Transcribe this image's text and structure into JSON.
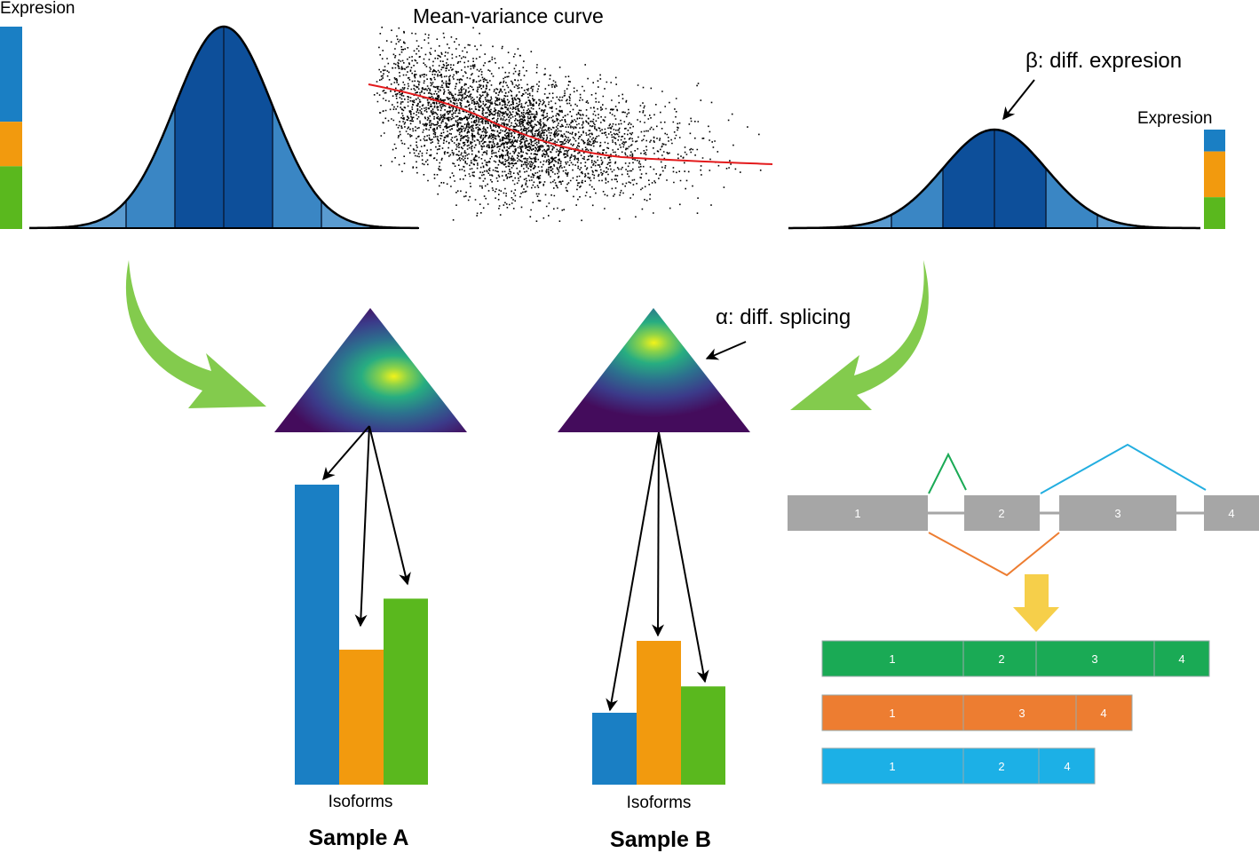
{
  "labels": {
    "expression_left": "Expresion",
    "expression_right": "Expresion",
    "mean_variance_title": "Mean-variance curve",
    "beta_label": "β: diff. expresion",
    "alpha_label": "α: diff. splicing",
    "isoforms_a": "Isoforms",
    "isoforms_b": "Isoforms",
    "sample_a": "Sample A",
    "sample_b": "Sample B"
  },
  "colors": {
    "blue": "#1a7fc4",
    "orange": "#f29a0e",
    "green": "#5ab81e",
    "curve_dark": "#0d4f9a",
    "curve_light": "#3a86c4",
    "red_curve": "#e31a1c",
    "green_arrow": "#6dc33f",
    "exon_gray": "#a6a6a6",
    "iso_green": "#1aaa55",
    "iso_orange": "#ed7d31",
    "iso_cyan": "#1cb0e6",
    "yellow_arrow": "#f6cf4a",
    "junction_blue": "#23aee0"
  },
  "sample_a_bars": [
    {
      "isoform": "blue",
      "value": 1.0
    },
    {
      "isoform": "orange",
      "value": 0.45
    },
    {
      "isoform": "green",
      "value": 0.62
    }
  ],
  "sample_b_bars": [
    {
      "isoform": "blue",
      "value": 0.3
    },
    {
      "isoform": "orange",
      "value": 0.6
    },
    {
      "isoform": "green",
      "value": 0.41
    }
  ],
  "expression_bar_left": [
    {
      "color": "blue",
      "share": 0.47
    },
    {
      "color": "orange",
      "share": 0.22
    },
    {
      "color": "green",
      "share": 0.31
    }
  ],
  "expression_bar_right": [
    {
      "color": "blue",
      "share": 0.22
    },
    {
      "color": "orange",
      "share": 0.46
    },
    {
      "color": "green",
      "share": 0.32
    }
  ],
  "gene_exons": [
    "1",
    "2",
    "3",
    "4"
  ],
  "isoforms": [
    {
      "color": "iso_green",
      "exons": [
        "1",
        "2",
        "3",
        "4"
      ]
    },
    {
      "color": "iso_orange",
      "exons": [
        "1",
        "3",
        "4"
      ]
    },
    {
      "color": "iso_cyan",
      "exons": [
        "1",
        "2",
        "4"
      ]
    }
  ]
}
